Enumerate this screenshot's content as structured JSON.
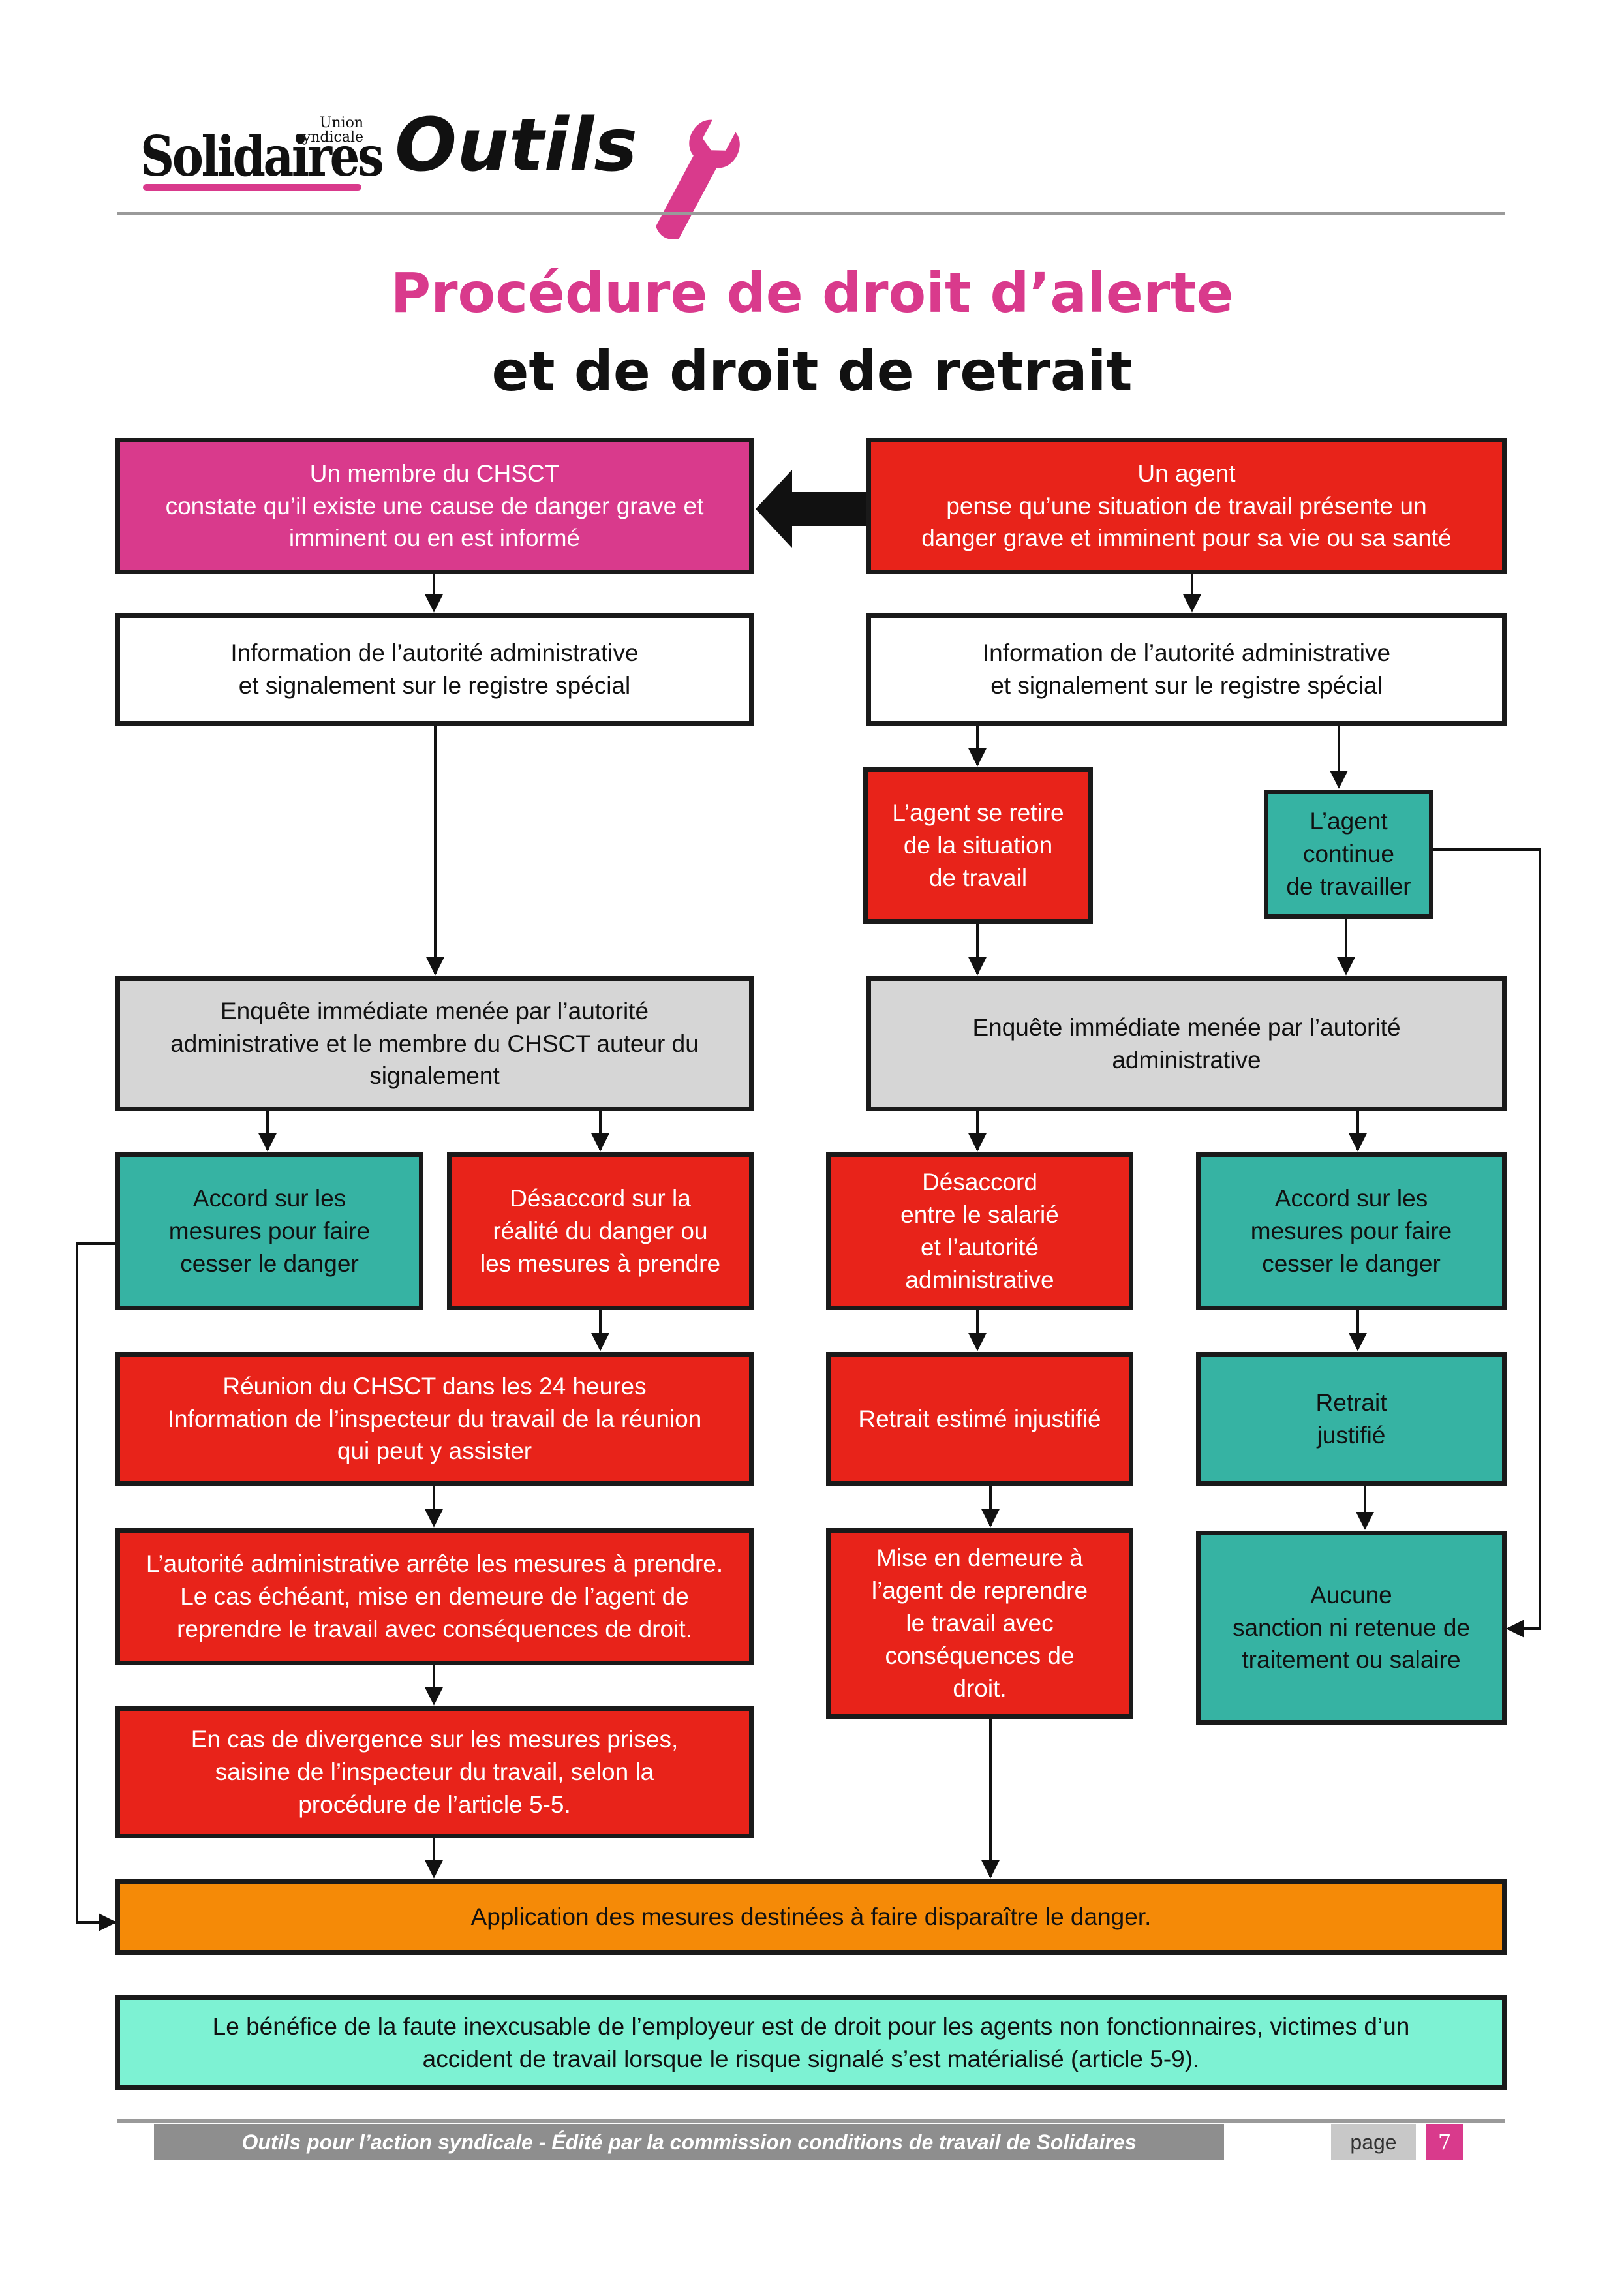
{
  "header": {
    "logo_small": "Union syndicale",
    "logo_main": "Solidaires",
    "section_title": "Outils",
    "wrench_icon": "wrench-icon",
    "accent_color": "#d93a8c"
  },
  "title": {
    "line1": "Procédure de droit d’alerte",
    "line2": "et de droit de retrait"
  },
  "nodes": {
    "chsct_member": "Un membre du CHSCT\nconstate qu’il existe une cause de danger grave et\nimminent ou en est informé",
    "agent": "Un agent\npense qu’une situation de travail présente un\ndanger grave et imminent pour sa vie ou sa santé",
    "info_left": "Information de l’autorité administrative\net signalement sur le registre spécial",
    "info_right": "Information de l’autorité administrative\net signalement sur le registre spécial",
    "agent_withdraws": "L’agent se retire\nde la situation\nde travail",
    "agent_continues": "L’agent\ncontinue\nde travailler",
    "inquiry_left": "Enquête immédiate menée par l’autorité\nadministrative et le membre du CHSCT auteur du\nsignalement",
    "inquiry_right": "Enquête immédiate menée par l’autorité\nadministrative",
    "agreement_left": "Accord sur les\nmesures pour faire\ncesser le danger",
    "disagreement_left": "Désaccord sur la\nréalité du danger ou\nles mesures à prendre",
    "disagreement_right": "Désaccord\nentre le salarié\net l’autorité\nadministrative",
    "agreement_right": "Accord sur les\nmesures pour faire\ncesser le danger",
    "chsct_meeting": "Réunion du CHSCT dans les 24 heures\nInformation de l’inspecteur du travail de la réunion\nqui peut y assister",
    "withdrawal_unjustified": "Retrait estimé injustifié",
    "withdrawal_justified": "Retrait\njustifié",
    "authority_decides": "L’autorité administrative arrête les mesures à prendre.\nLe cas échéant, mise en demeure de l’agent de\nreprendre le travail avec conséquences de droit.",
    "formal_notice": "Mise en demeure à\nl’agent de reprendre\nle travail avec\nconséquences de\ndroit.",
    "no_sanction": "Aucune\nsanction ni retenue de\ntraitement ou salaire",
    "divergence": "En cas de divergence sur les mesures prises,\nsaisine de l’inspecteur du travail, selon la\nprocédure de l’article 5-5.",
    "application": "Application des mesures destinées à faire disparaître le danger.",
    "benefit": "Le bénéfice de la faute inexcusable de l’employeur est de droit pour les agents non fonctionnaires, victimes d’un\naccident de travail lorsque le risque signalé s’est matérialisé (article 5-9)."
  },
  "colors": {
    "pink": "#d93a8c",
    "red": "#e8231a",
    "teal": "#36b3a3",
    "grey": "#d6d6d6",
    "orange": "#f58a07",
    "mint": "#7df2d3"
  },
  "footer": {
    "text": "Outils pour l’action syndicale - Édité par la commission conditions de travail de Solidaires",
    "page_label": "page",
    "page_number": "7"
  }
}
